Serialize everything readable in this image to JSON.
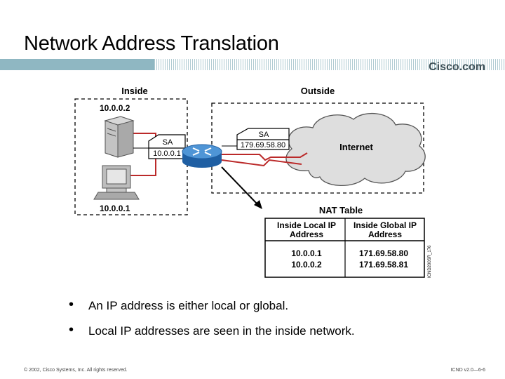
{
  "slide": {
    "title": "Network Address Translation",
    "brand": "Cisco.com",
    "footer_left": "© 2002, Cisco Systems, Inc. All rights reserved.",
    "footer_right": "ICND v2.0—6-6"
  },
  "diagram": {
    "inside_label": "Inside",
    "outside_label": "Outside",
    "server_ip": "10.0.0.2",
    "pc_ip": "10.0.0.1",
    "sa_inside_label": "SA",
    "sa_inside_ip": "10.0.0.1",
    "sa_outside_label": "SA",
    "sa_outside_ip": "179.69.58.80",
    "internet_label": "Internet",
    "figure_id": "ICND200SR_176"
  },
  "nat_table": {
    "title": "NAT Table",
    "headers": [
      {
        "line1": "Inside Local IP",
        "line2": "Address"
      },
      {
        "line1": "Inside Global IP",
        "line2": "Address"
      }
    ],
    "rows": [
      [
        "10.0.0.1",
        "171.69.58.80"
      ],
      [
        "10.0.0.2",
        "171.69.58.81"
      ]
    ]
  },
  "bullets": [
    "An IP address is either local or global.",
    "Local IP addresses are seen in the inside network."
  ]
}
